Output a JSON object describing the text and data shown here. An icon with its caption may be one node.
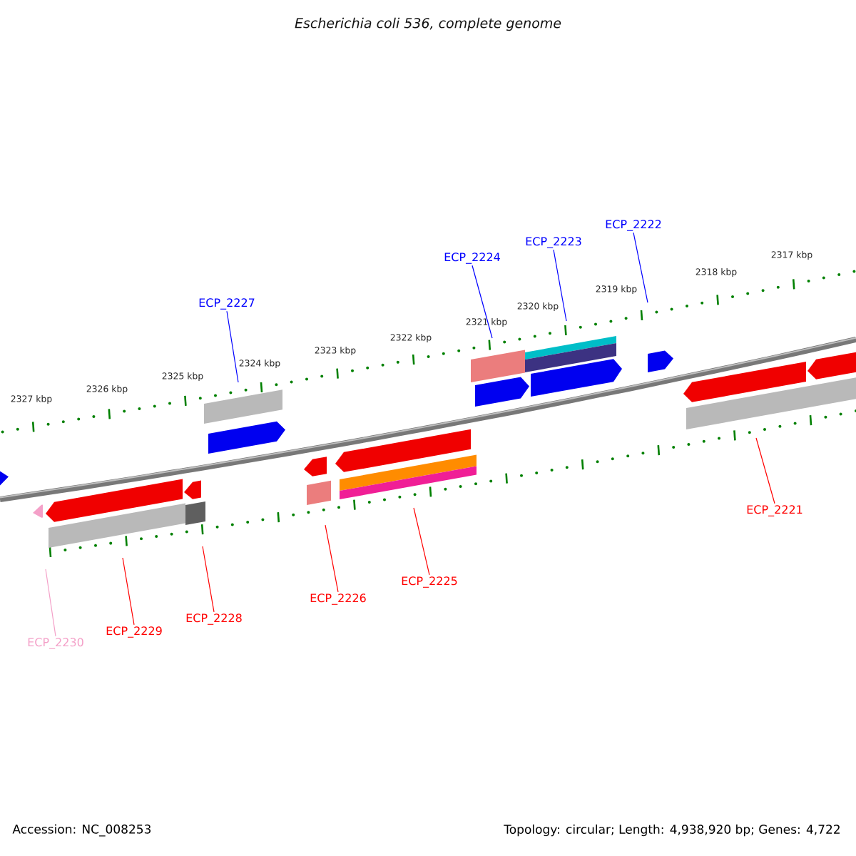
{
  "diagram": {
    "title": "Escherichia coli 536, complete genome",
    "nodes": [
      {
        "text": [
          "ECP_2222"
        ]
      },
      {
        "text": [
          "ECP_2223"
        ]
      },
      {
        "text": [
          "ECP_2224"
        ]
      },
      {
        "text": [
          "ECP_2227"
        ]
      },
      {
        "text": [
          "ECP_2221"
        ]
      },
      {
        "text": [
          "ECP_2225"
        ]
      },
      {
        "text": [
          "ECP_2226"
        ]
      },
      {
        "text": [
          "ECP_2228"
        ]
      },
      {
        "text": [
          "ECP_2229"
        ]
      },
      {
        "text": [
          "ECP_2230"
        ]
      }
    ],
    "edges": [
      {
        "from": 0,
        "to": null,
        "arrow": "none",
        "color": "#0000ff"
      },
      {
        "from": 1,
        "to": null,
        "arrow": "none",
        "color": "#0000ff"
      },
      {
        "from": 2,
        "to": null,
        "arrow": "none",
        "color": "#0000ff"
      },
      {
        "from": 3,
        "to": null,
        "arrow": "none",
        "color": "#0000ff"
      },
      {
        "from": 4,
        "to": null,
        "arrow": "none"
      },
      {
        "from": 5,
        "to": null,
        "arrow": "none"
      },
      {
        "from": 6,
        "to": null,
        "arrow": "none"
      },
      {
        "from": 7,
        "to": null,
        "arrow": "none"
      },
      {
        "from": 8,
        "to": null,
        "arrow": "none"
      },
      {
        "from": 9,
        "to": null,
        "arrow": "none",
        "color": "#f4a0c8"
      }
    ],
    "labels": [
      "2317 kbp",
      "2318 kbp",
      "2319 kbp",
      "2320 kbp",
      "2321 kbp",
      "2322 kbp",
      "2323 kbp",
      "2324 kbp",
      "2325 kbp",
      "2326 kbp",
      "2327 kbp",
      "Accession: NC_008253",
      "Topology: circular; Length: 4,938,920 bp; Genes: 4,722"
    ]
  }
}
